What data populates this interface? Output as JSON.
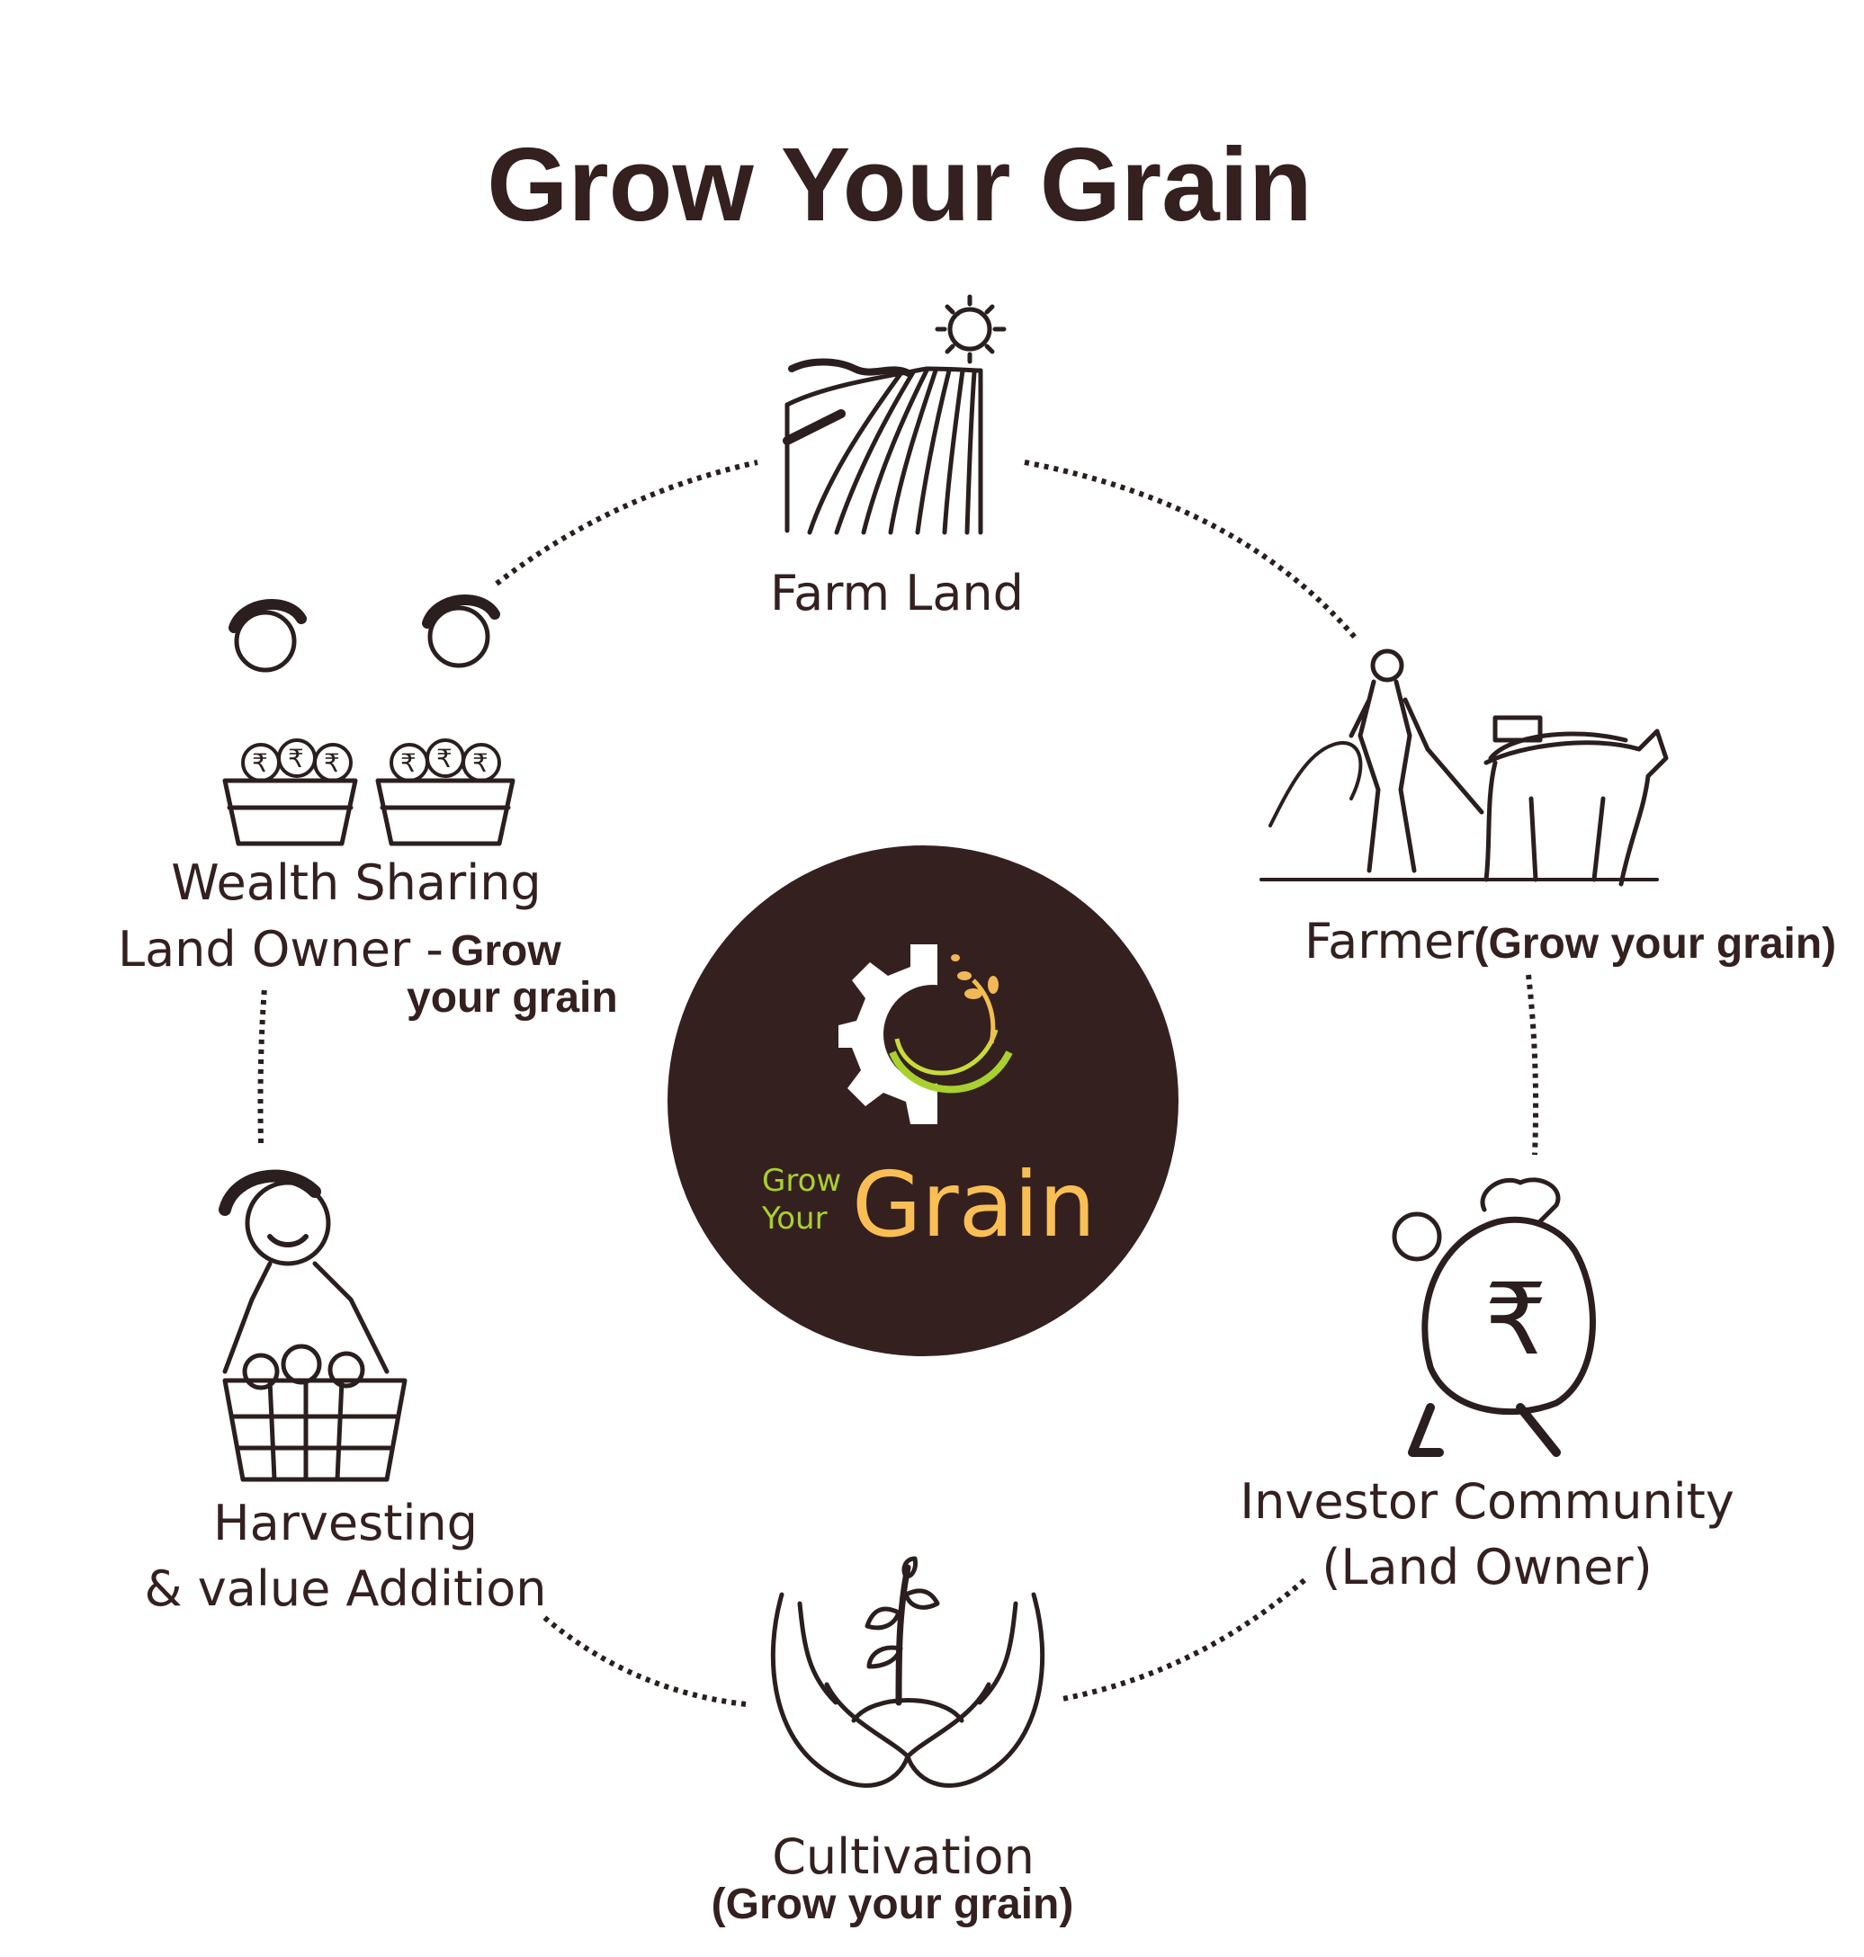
{
  "title": "Grow Your Grain",
  "center_logo": {
    "line1": "Grow",
    "line2": "Your",
    "wordmark": "Grain",
    "colors": {
      "background": "#352020",
      "green": "#a8d12d",
      "gold": "#f9bf55"
    }
  },
  "steps": {
    "farm_land": {
      "label": "Farm Land"
    },
    "farmer": {
      "label": "Farmer",
      "sub": "(Grow your grain)"
    },
    "investor": {
      "label": "Investor Community",
      "sub": "(Land Owner)"
    },
    "cultivation": {
      "label": "Cultivation",
      "sub": "(Grow your grain)"
    },
    "harvesting": {
      "label": "Harvesting",
      "sub": "& value Addition"
    },
    "wealth": {
      "label": "Wealth Sharing",
      "line2": "Land Owner -",
      "bold1": "Grow",
      "bold2": "your grain"
    }
  },
  "colors": {
    "text": "#33201f",
    "line": "#2a1f1e"
  }
}
